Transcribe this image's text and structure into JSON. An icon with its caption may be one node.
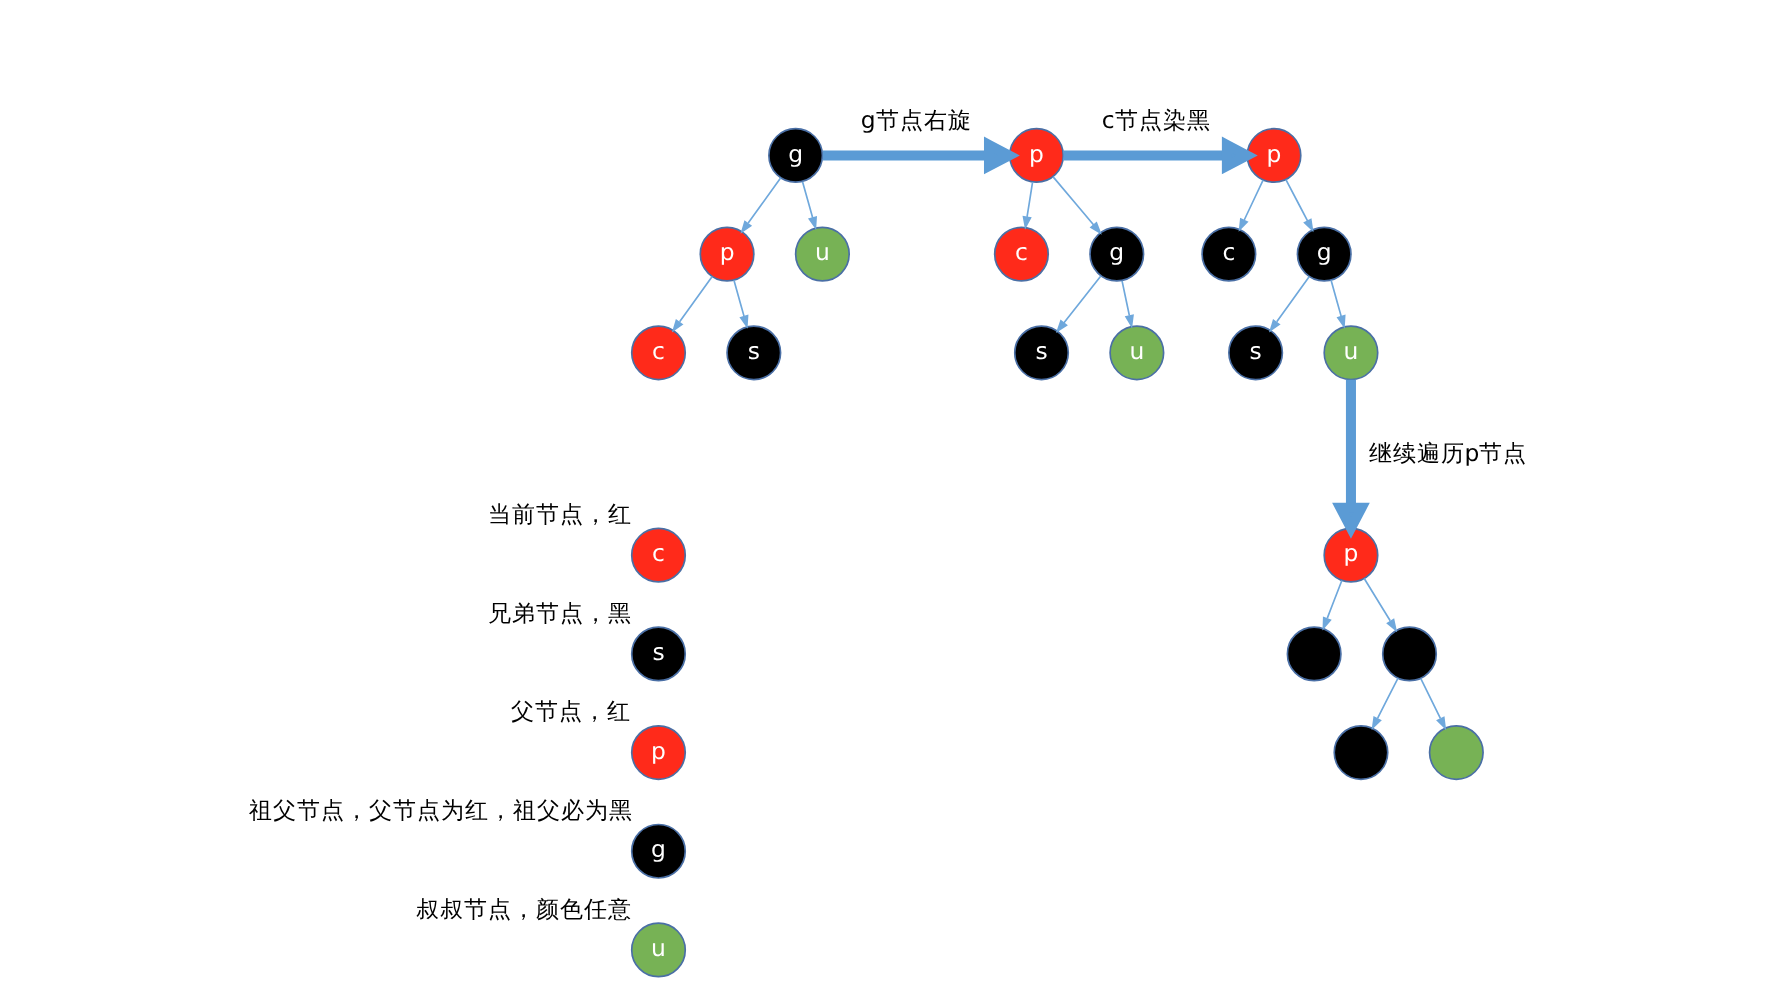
{
  "diagram": {
    "nodes": [
      {
        "text": [
          "g"
        ]
      },
      {
        "text": [
          "p"
        ]
      },
      {
        "text": [
          "u"
        ]
      },
      {
        "text": [
          "c"
        ]
      },
      {
        "text": [
          "s"
        ]
      },
      {
        "text": [
          "p"
        ]
      },
      {
        "text": [
          "c"
        ]
      },
      {
        "text": [
          "g"
        ]
      },
      {
        "text": [
          "s"
        ]
      },
      {
        "text": [
          "u"
        ]
      },
      {
        "text": [
          "p"
        ]
      },
      {
        "text": [
          "c"
        ]
      },
      {
        "text": [
          "g"
        ]
      },
      {
        "text": [
          "s"
        ]
      },
      {
        "text": [
          "u"
        ]
      },
      {
        "text": [
          "p"
        ]
      },
      {
        "text": [],
        "shape": "circle"
      },
      {
        "text": [],
        "shape": "circle"
      },
      {
        "text": [],
        "shape": "circle"
      },
      {
        "text": [],
        "shape": "circle"
      },
      {
        "text": [
          "c"
        ],
        "beside": [
          "当前节点，红"
        ]
      },
      {
        "text": [
          "s"
        ],
        "beside": [
          "兄弟节点，黑"
        ]
      },
      {
        "text": [
          "p"
        ],
        "beside": [
          "父节点，红"
        ]
      },
      {
        "text": [
          "g"
        ],
        "beside": [
          "祖父节点，父节点为红，祖父必为黑"
        ]
      },
      {
        "text": [
          "u"
        ],
        "beside": [
          "叔叔节点，颜色任意"
        ]
      }
    ],
    "edges": [
      {
        "from": 0,
        "to": 1,
        "arrow": "to"
      },
      {
        "from": 0,
        "to": 2,
        "arrow": "to"
      },
      {
        "from": 1,
        "to": 3,
        "arrow": "to"
      },
      {
        "from": 1,
        "to": 4,
        "arrow": "to"
      },
      {
        "from": 0,
        "to": 5,
        "arrow": "to",
        "label": "g节点右旋",
        "style": "thick",
        "color": "#5b9bd5"
      },
      {
        "from": 5,
        "to": 6,
        "arrow": "to"
      },
      {
        "from": 5,
        "to": 7,
        "arrow": "to"
      },
      {
        "from": 7,
        "to": 8,
        "arrow": "to"
      },
      {
        "from": 7,
        "to": 9,
        "arrow": "to"
      },
      {
        "from": 5,
        "to": 10,
        "arrow": "to",
        "label": "c节点染黑",
        "style": "thick",
        "color": "#5b9bd5"
      },
      {
        "from": 10,
        "to": 11,
        "arrow": "to"
      },
      {
        "from": 10,
        "to": 12,
        "arrow": "to"
      },
      {
        "from": 12,
        "to": 13,
        "arrow": "to"
      },
      {
        "from": 12,
        "to": 14,
        "arrow": "to"
      },
      {
        "from": 14,
        "to": 15,
        "arrow": "to",
        "label": "继续遍历p节点",
        "style": "thick",
        "color": "#5b9bd5"
      },
      {
        "from": 15,
        "to": 16,
        "arrow": "to"
      },
      {
        "from": 15,
        "to": 17,
        "arrow": "to"
      },
      {
        "from": 17,
        "to": 18,
        "arrow": "to"
      },
      {
        "from": 17,
        "to": 19,
        "arrow": "to"
      }
    ]
  }
}
